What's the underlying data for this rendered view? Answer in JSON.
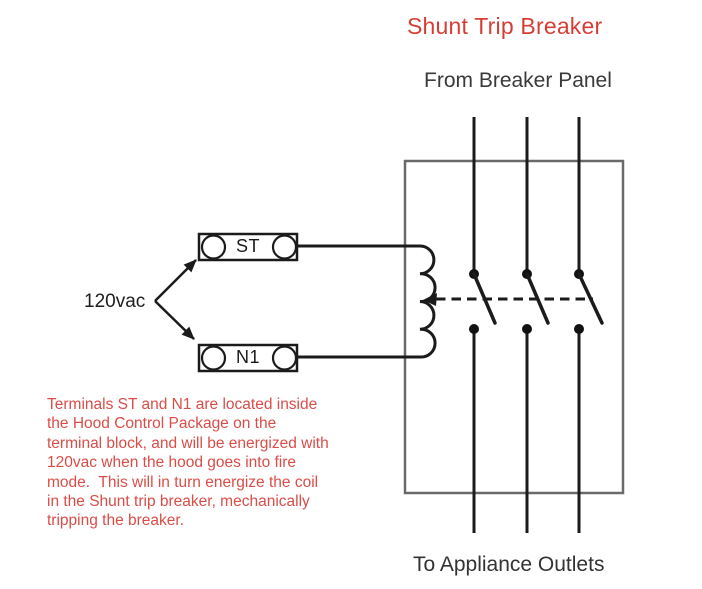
{
  "title": {
    "text": "Shunt Trip Breaker",
    "color": "#d63e35"
  },
  "labels": {
    "from_breaker_panel": "From Breaker Panel",
    "to_appliance_outlets": "To Appliance Outlets",
    "voltage": "120vac",
    "terminal_st": "ST",
    "terminal_n1": "N1"
  },
  "notes": {
    "color": "#da4d48",
    "lines": [
      "Terminals ST and N1 are located inside",
      "the Hood Control Package on the",
      "terminal block, and will be energized with",
      "120vac when the hood goes into fire",
      "mode.  This will in turn energize the coil",
      "in the Shunt trip breaker, mechanically",
      "tripping the breaker."
    ]
  },
  "diagram": {
    "type": "electrical-schematic",
    "phase_count": 3,
    "components": [
      "shunt-trip-coil",
      "three-pole-breaker-contacts",
      "terminal-block-ST",
      "terminal-block-N1",
      "trip-linkage-dashed"
    ],
    "colors": {
      "wire": "#1b1b1b",
      "enclosure_box": "#6a6a6a",
      "label_text": "#333333",
      "background": "#ffffff"
    }
  }
}
